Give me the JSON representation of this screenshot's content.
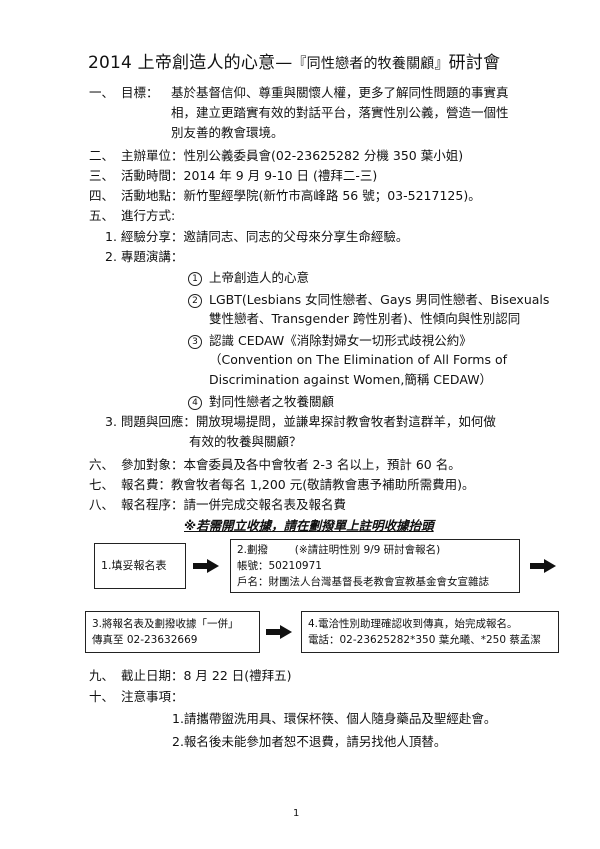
{
  "title": {
    "pre": "2014 上帝創造人的心意—",
    "quoted": "『同性戀者的牧養關顧』",
    "post": "研討會"
  },
  "sections": {
    "s1": {
      "num": "一、",
      "label": "目標：",
      "lines": [
        "基於基督信仰、尊重與關懷人權，更多了解同性問題的事實真",
        "相，建立更踏實有效的對話平台，落實性別公義，營造一個性",
        "別友善的教會環境。"
      ]
    },
    "s2": {
      "num": "二、",
      "text": "主辦單位：性別公義委員會(02-23625282 分機 350 葉小姐)"
    },
    "s3": {
      "num": "三、",
      "text": "活動時間：2014 年 9 月 9-10 日  (禮拜二-三)"
    },
    "s4": {
      "num": "四、",
      "text": "活動地點：新竹聖經學院(新竹市高峰路 56 號；03-5217125)。"
    },
    "s5": {
      "num": "五、",
      "text": "進行方式:",
      "item1": "1. 經驗分享：邀請同志、同志的父母來分享生命經驗。",
      "item2": "2. 專題演講：",
      "talks": [
        {
          "mark": "1",
          "lines": [
            "上帝創造人的心意"
          ]
        },
        {
          "mark": "2",
          "lines": [
            "LGBT(Lesbians 女同性戀者、Gays 男同性戀者、Bisexuals",
            "雙性戀者、Transgender 跨性別者)、性傾向與性別認同"
          ]
        },
        {
          "mark": "3",
          "lines": [
            "認識 CEDAW《消除對婦女一切形式歧視公約》",
            "（Convention on The Elimination of All Forms of",
            "Discrimination against Women,簡稱 CEDAW）"
          ]
        },
        {
          "mark": "4",
          "lines": [
            "對同性戀者之牧養關顧"
          ]
        }
      ],
      "item3": [
        "3. 問題與回應：開放現場提問，並謙卑探討教會牧者對這群羊，如何做",
        "有效的牧養與關顧？"
      ]
    },
    "s6": {
      "num": "六、",
      "text": "參加對象：本會委員及各中會牧者 2-3 名以上，預計 60 名。"
    },
    "s7": {
      "num": "七、",
      "text": "報名費：教會牧者每名 1,200 元(敬請教會惠予補助所需費用)。"
    },
    "s8": {
      "num": "八、",
      "text": "報名程序：請一併完成交報名表及報名費"
    },
    "notice": "※若需開立收據，請在劃撥單上註明收據抬頭",
    "flow": {
      "b1": "1.填妥報名表",
      "b2": [
        "2.劃撥        (※請註明性別 9/9 研討會報名)",
        "帳號：50210971",
        "戶名：財團法人台灣基督長老教會宣教基金會女宣雜誌"
      ],
      "b3": [
        "3.將報名表及劃撥收據「一併」",
        "傳真至 02-23632669"
      ],
      "b4": [
        "4.電洽性別助理確認收到傳真，始完成報名。",
        "電話：02-23625282*350 葉允曦、*250 蔡孟潔"
      ]
    },
    "s9": {
      "num": "九、",
      "text": "截止日期：8 月 22 日(禮拜五)"
    },
    "s10": {
      "num": "十、",
      "text": "注意事項：",
      "notes": [
        "1.請攜帶盥洗用具、環保杯筷、個人隨身藥品及聖經赴會。",
        "2.報名後未能參加者恕不退費，請另找他人頂替。"
      ]
    }
  },
  "page_number": "1"
}
